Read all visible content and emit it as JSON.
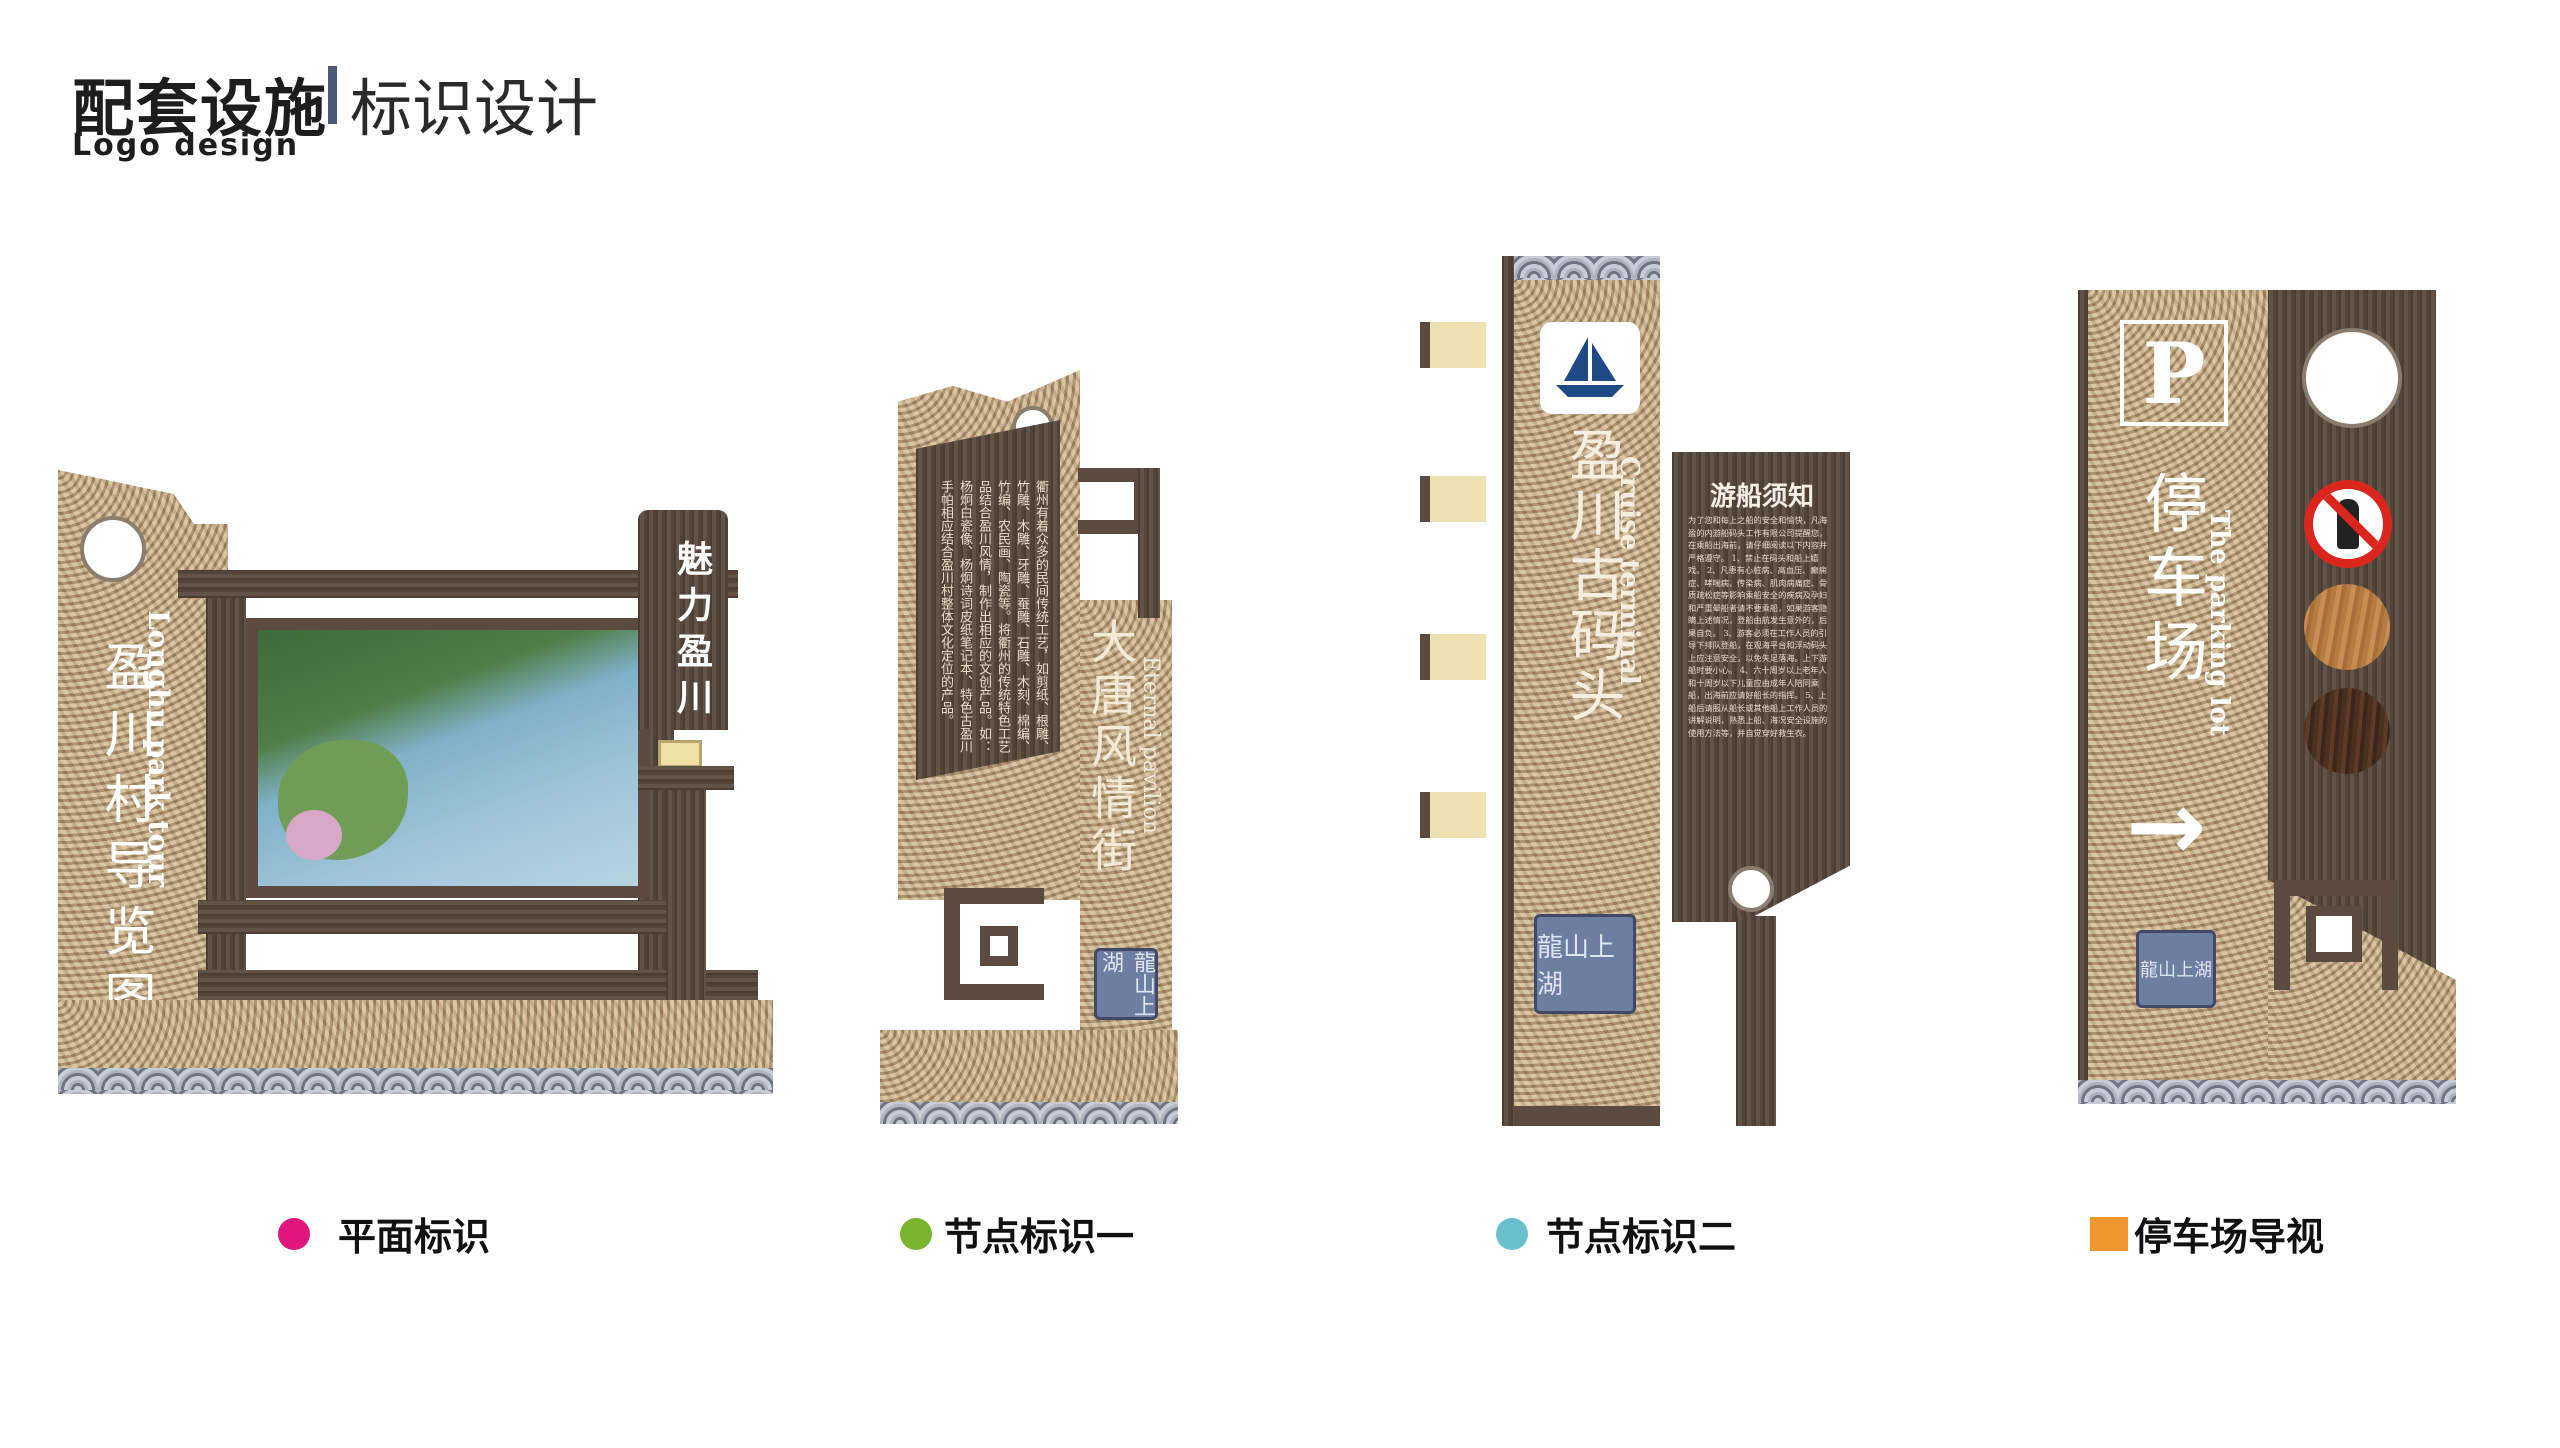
{
  "header": {
    "title_main": "配套设施",
    "title_sub": "标识设计",
    "title_en": "Logo design"
  },
  "sign1": {
    "vertical_cn": "盈川村导览图",
    "vertical_en": "Longhu park tour",
    "panel_title": "魅力盈川"
  },
  "sign2": {
    "title_cn": "大唐风情街",
    "title_en": "Eternal pavilion",
    "body": "衢州有着众多的民间传统工艺，如剪纸、根雕、竹雕、木雕、牙雕、蚕雕、石雕、木刻、棉编、竹编、农民画、陶瓷等。将衢州的传统特色工艺品结合盈川风情，制作出相应的文创产品。如：杨炯白瓷像、杨炯诗词皮纸笔记本、特色古盈川手帕相应结合盈川村整体文化定位的产品。"
  },
  "sign3": {
    "title_cn": "盈川古码头",
    "title_en": "Cruise terminal",
    "notice_title": "游船须知",
    "notice_body": "为了您和每上之船的安全和愉快，凡海盈的内游船码头工作有限公司提醒您，在乘船出海前，请仔细阅读以下内容并严格遵守。 1、禁止在码头和船上嬉戏。 2、凡患有心脏病、高血压、癫痫症、哮喘病、传染病、肌肉病痛症、骨质疏松症等影响乘船安全的疾病及孕妇和严重晕船者请不要乘船，如果游客隐瞒上述情况，登船由航发生意外的，后果自负。 3、游客必须在工作人员的引导下排队登船，在观海平台和浮动码头上应注意安全，以免失足落海。上下游船时要小心。 4、六十周岁以上老年人和十周岁以下儿童应由成年人陪同乘船，出海前应请好船长的指挥。 5、上船后请服从船长或其他船上工作人员的讲解说明，熟悉上船、海况安全设施的使用方法等，并自觉穿好救生衣。"
  },
  "sign4": {
    "letter": "P",
    "title_cn": "停车场",
    "title_en": "The parking lot",
    "arrow": "→"
  },
  "seal_text": "龍山上湖",
  "captions": [
    {
      "label": "平面标识",
      "color": "#e0157d",
      "shape": "circle"
    },
    {
      "label": "节点标识一",
      "color": "#7ab32e",
      "shape": "circle"
    },
    {
      "label": "节点标识二",
      "color": "#69bfcc",
      "shape": "circle"
    },
    {
      "label": "停车场导视",
      "color": "#f0962e",
      "shape": "square"
    }
  ]
}
